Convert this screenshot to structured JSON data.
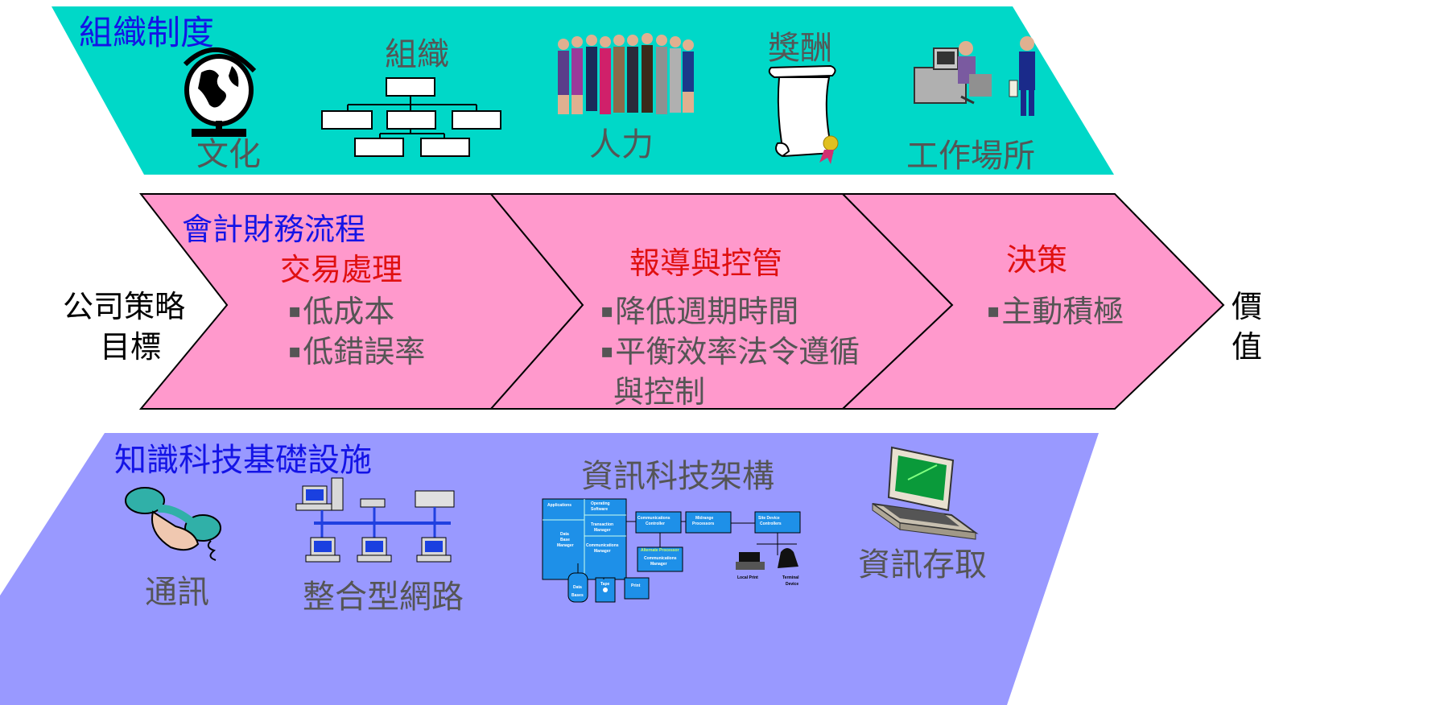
{
  "top_band": {
    "title": "組織制度",
    "labels": {
      "organization": "組織",
      "reward": "獎酬",
      "culture": "文化",
      "manpower": "人力",
      "workplace": "工作場所"
    },
    "colors": {
      "fill": "#00d8c8"
    }
  },
  "middle_band": {
    "left": [
      "公司策略",
      "目標"
    ],
    "right": [
      "價",
      "值"
    ],
    "title": "會計財務流程",
    "stages": [
      {
        "title": "交易處理",
        "items": [
          "低成本",
          "低錯誤率"
        ]
      },
      {
        "title": "報導與控管",
        "items": [
          "降低週期時間",
          "平衡效率法令遵循",
          "與控制"
        ]
      },
      {
        "title": "決策",
        "items": [
          "主動積極"
        ]
      }
    ],
    "colors": {
      "fill": "#ff99cc"
    }
  },
  "bottom_band": {
    "title": "知識科技基礎設施",
    "labels": {
      "it_architecture": "資訊科技架構",
      "communication": "通訊",
      "integrated_network": "整合型網路",
      "information_access": "資訊存取"
    },
    "diagram_text": {
      "applications": "Applications",
      "operating_software": [
        "Operating",
        "Software"
      ],
      "data_base_manager": [
        "Data",
        "Base",
        "Manager"
      ],
      "transaction_manager": [
        "Transaction",
        "Manager"
      ],
      "communications_manager": [
        "Communications",
        "Manager"
      ],
      "communications_controller": [
        "Communications",
        "Controller"
      ],
      "midrange_processors": [
        "Midrange",
        "Processors"
      ],
      "site_device_controllers": [
        "Site Device",
        "Controllers"
      ],
      "alternate_processor": "Alternate Processor",
      "comm_manager_2": [
        "Communications",
        "Manager"
      ],
      "data_bases": [
        "Data",
        "Bases"
      ],
      "tape": "Tape",
      "print": "Print",
      "local_print": "Local Print",
      "terminal_device": [
        "Terminal",
        "Device"
      ]
    },
    "colors": {
      "fill": "#9999ff"
    }
  }
}
